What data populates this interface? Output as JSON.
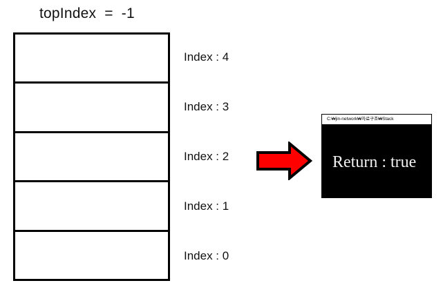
{
  "diagram": {
    "top_label": "topIndex  =  -1",
    "stack": {
      "cell_count": 5,
      "cells": [
        {
          "index": 4,
          "value": ""
        },
        {
          "index": 3,
          "value": ""
        },
        {
          "index": 2,
          "value": ""
        },
        {
          "index": 1,
          "value": ""
        },
        {
          "index": 0,
          "value": ""
        }
      ],
      "index_labels": [
        "Index : 4",
        "Index : 3",
        "Index : 2",
        "Index : 1",
        "Index : 0"
      ]
    },
    "arrow": {
      "icon": "arrow-right-icon",
      "direction": "right",
      "fill_color": "#FF0000",
      "outline_color": "#000000"
    }
  },
  "console": {
    "titlebar_text": "C:₩jin-network₩자료구조₩Stack",
    "background_color": "#000000",
    "text_color": "#F2F2F2",
    "output_line": "Return : true"
  }
}
